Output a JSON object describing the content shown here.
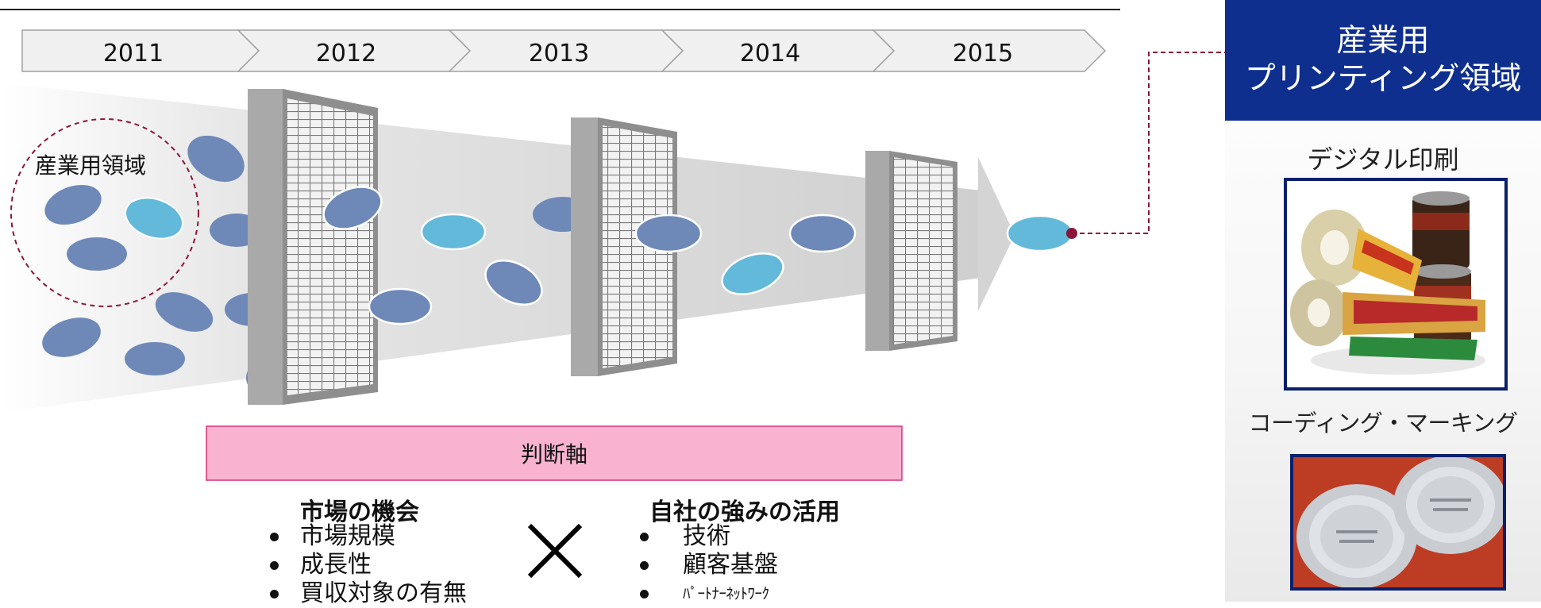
{
  "timeline": {
    "years": [
      "2011",
      "2012",
      "2013",
      "2014",
      "2015"
    ]
  },
  "funnel": {
    "circle_label": "産業用領域"
  },
  "criteria": {
    "banner": "判断軸",
    "left": {
      "title": "市場の機会",
      "items": [
        "市場規模",
        "成長性",
        "買収対象の有無"
      ]
    },
    "operator": "×",
    "right": {
      "title": "自社の強みの活用",
      "items": [
        "技術",
        "顧客基盤",
        "ﾊﾟｰﾄﾅｰﾈｯﾄﾜｰｸ"
      ]
    }
  },
  "panel": {
    "header_line1": "産業用",
    "header_line2": "プリンティング領域",
    "item1": "デジタル印刷",
    "item2": "コーディング・マーキング"
  },
  "colors": {
    "dark_ellipse": "#6e89b8",
    "light_ellipse": "#62b9d9",
    "header_blue": "#0e2f8e",
    "banner_pink": "#f9b3d1",
    "connector_red": "#8b1538"
  }
}
